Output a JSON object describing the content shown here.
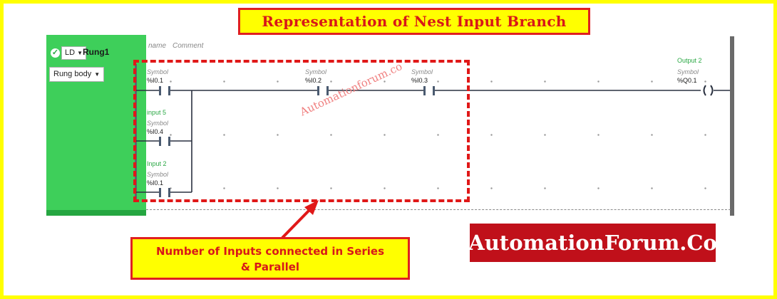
{
  "title": "Representation of Nest Input Branch",
  "rung": {
    "language": "LD",
    "name": "Rung1",
    "section": "Rung body",
    "header_name": "name",
    "header_comment": "Comment"
  },
  "contacts": [
    {
      "name": "",
      "symbol": "Symbol",
      "address": "%I0.1"
    },
    {
      "name": "",
      "symbol": "Symbol",
      "address": "%I0.2"
    },
    {
      "name": "",
      "symbol": "Symbol",
      "address": "%I0.3"
    },
    {
      "name": "input 5",
      "symbol": "Symbol",
      "address": "%I0.4"
    },
    {
      "name": "Input 2",
      "symbol": "Symbol",
      "address": "%I0.1"
    }
  ],
  "coil": {
    "name": "Output 2",
    "symbol": "Symbol",
    "address": "%Q0.1"
  },
  "watermark": "Automationforum.co",
  "callout": {
    "line1": "Number of Inputs connected in Series",
    "line2": "& Parallel"
  },
  "brand": "AutomationForum.Co",
  "colors": {
    "frame": "#ffff00",
    "accent_red": "#e02020",
    "rung_panel": "#3ecf5a",
    "label_green": "#2aa844",
    "brand_bg": "#c0101a"
  }
}
